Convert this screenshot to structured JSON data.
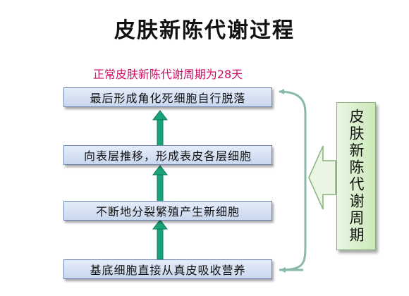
{
  "title": "皮肤新陈代谢过程",
  "subtitle": "正常皮肤新陈代谢周期为28天",
  "steps": [
    {
      "label": "最后形成角化死细胞自行脱落"
    },
    {
      "label": "向表层推移，形成表皮各层细胞"
    },
    {
      "label": "不断地分裂繁殖产生新细胞"
    },
    {
      "label": "基底细胞直接从真皮吸收营养"
    }
  ],
  "side_label": "皮肤新陈代谢周期",
  "colors": {
    "subtitle": "#cc1166",
    "up_arrow": "#1aa37a",
    "cycle_arrow": "#8ab9a9",
    "step_fill": "#d7e2f3",
    "side_fill": "#d8efca"
  }
}
